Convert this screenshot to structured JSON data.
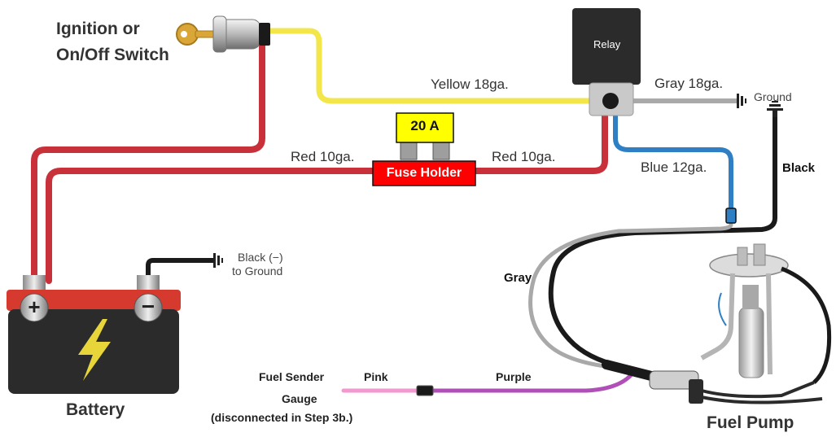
{
  "labels": {
    "ignition_line1": "Ignition or",
    "ignition_line2": "On/Off Switch",
    "relay": "Relay",
    "yellow_wire": "Yellow 18ga.",
    "gray_wire_top": "Gray 18ga.",
    "ground": "Ground",
    "fuse_rating": "20 A",
    "fuse_holder": "Fuse Holder",
    "red_wire_left": "Red 10ga.",
    "red_wire_right": "Red 10ga.",
    "blue_wire": "Blue 12ga.",
    "black_wire": "Black",
    "battery_ground_line1": "Black (−)",
    "battery_ground_line2": "to Ground",
    "gray_wire": "Gray",
    "fuel_sender_line1": "Fuel Sender",
    "fuel_sender_line2": "Gauge",
    "fuel_sender_line3": "(disconnected in Step 3b.)",
    "pink_wire": "Pink",
    "purple_wire": "Purple",
    "battery": "Battery",
    "fuel_pump": "Fuel Pump"
  },
  "colors": {
    "yellow_wire": "#f2e64a",
    "red_wire": "#c8303a",
    "gray_wire": "#a9a9a9",
    "blue_wire": "#2e7fc4",
    "black_wire": "#1a1a1a",
    "pink_wire": "#f29ad0",
    "purple_wire": "#b04fb8",
    "fuse_yellow": "#ffff00",
    "fuse_holder_red": "#ff0000",
    "battery_top": "#d63a2e",
    "battery_body": "#2b2b2b",
    "bolt": "#e8d53a"
  }
}
